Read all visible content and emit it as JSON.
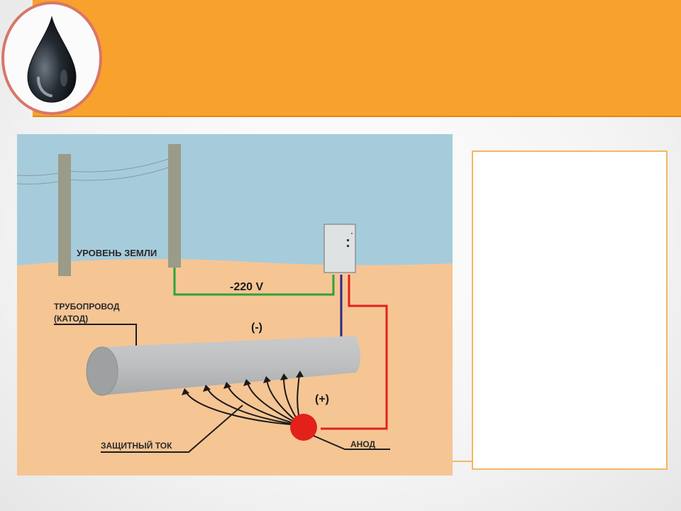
{
  "header": {
    "logo_icon": "oil-drop-icon",
    "accent_color": "#f8a12c"
  },
  "diagram": {
    "labels": {
      "ground_level": "УРОВЕНЬ ЗЕМЛИ",
      "voltage": "-220 V",
      "pipeline_line1": "ТРУБОПРОВОД",
      "pipeline_line2": "(КАТОД)",
      "negative": "(-)",
      "positive": "(+)",
      "protective_current": "ЗАЩИТНЫЙ ТОК",
      "anode": "АНОД"
    },
    "colors": {
      "sky": "#a6ccdc",
      "soil": "#f6c594",
      "pipe": "#b9bbbc",
      "ground_wire": "#2ea33a",
      "negative_wire": "#2b2a8c",
      "positive_wire": "#e0221c",
      "anode": "#e3201a"
    }
  },
  "side_box": {}
}
